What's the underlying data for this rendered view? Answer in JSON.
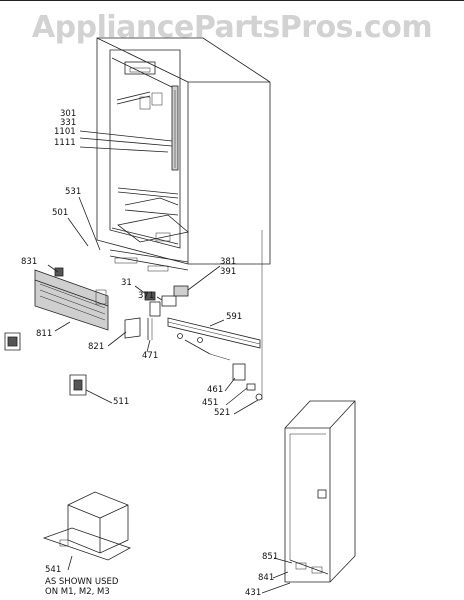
{
  "watermark": "AppliancePartsPros.com",
  "callouts": [
    {
      "id": "c301",
      "text": "301"
    },
    {
      "id": "c331",
      "text": "331"
    },
    {
      "id": "c1101",
      "text": "1101"
    },
    {
      "id": "c1111",
      "text": "1111"
    },
    {
      "id": "c531",
      "text": "531"
    },
    {
      "id": "c501",
      "text": "501"
    },
    {
      "id": "c831",
      "text": "831"
    },
    {
      "id": "c811",
      "text": "811"
    },
    {
      "id": "c821",
      "text": "821"
    },
    {
      "id": "c31",
      "text": "31"
    },
    {
      "id": "c371",
      "text": "371"
    },
    {
      "id": "c381",
      "text": "381"
    },
    {
      "id": "c391",
      "text": "391"
    },
    {
      "id": "c591",
      "text": "591"
    },
    {
      "id": "c471",
      "text": "471"
    },
    {
      "id": "c461",
      "text": "461"
    },
    {
      "id": "c451",
      "text": "451"
    },
    {
      "id": "c521",
      "text": "521"
    },
    {
      "id": "c511",
      "text": "511"
    },
    {
      "id": "c851",
      "text": "851"
    },
    {
      "id": "c841",
      "text": "841"
    },
    {
      "id": "c431",
      "text": "431"
    },
    {
      "id": "c541",
      "text": "541"
    }
  ],
  "note": {
    "line1": "AS SHOWN USED",
    "line2": "ON M1, M2, M3"
  }
}
